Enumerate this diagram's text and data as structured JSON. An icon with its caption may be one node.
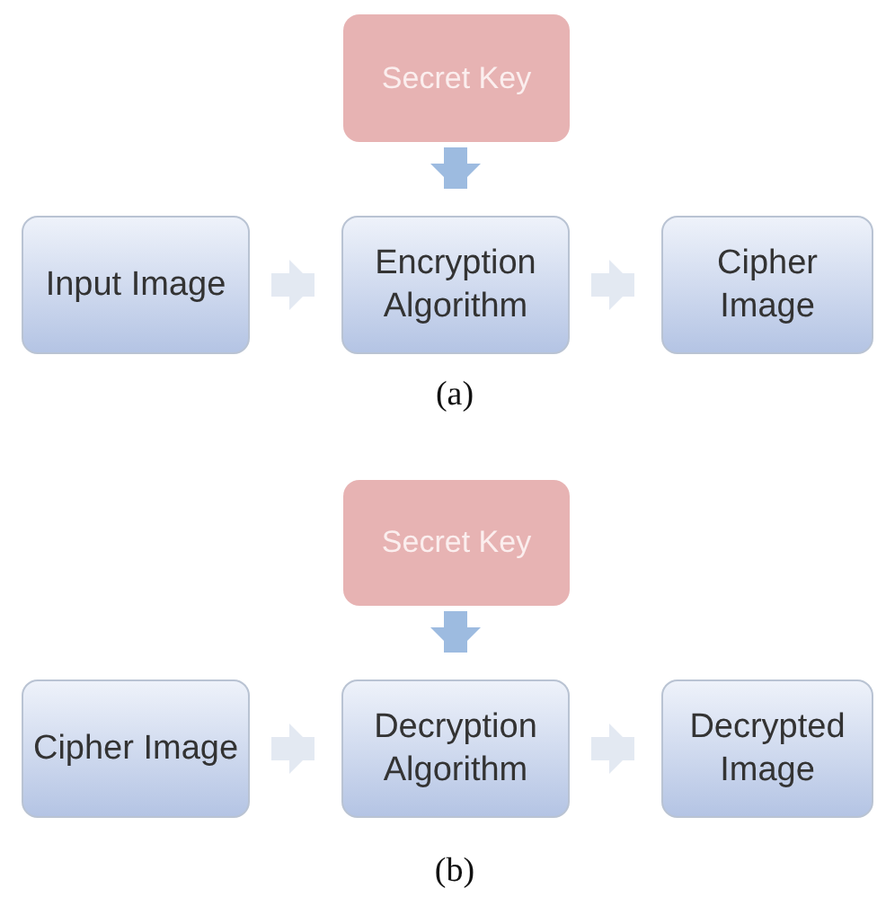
{
  "diagram": {
    "nodes": [
      {
        "text": [
          "Secret Key"
        ]
      },
      {
        "text": [
          "Input Image"
        ]
      },
      {
        "text": [
          "Encryption Algorithm"
        ]
      },
      {
        "text": [
          "Cipher Image"
        ]
      },
      {
        "text": [
          "Secret Key"
        ]
      },
      {
        "text": [
          "Cipher Image"
        ]
      },
      {
        "text": [
          "Decryption Algorithm"
        ]
      },
      {
        "text": [
          "Decrypted Image"
        ]
      }
    ],
    "edges": [
      {
        "from": 0,
        "to": 2,
        "arrow": "to",
        "color": "#9dbbe0"
      },
      {
        "from": 1,
        "to": 2,
        "arrow": "to"
      },
      {
        "from": 2,
        "to": 3,
        "arrow": "to"
      },
      {
        "from": 4,
        "to": 6,
        "arrow": "to",
        "color": "#9dbbe0"
      },
      {
        "from": 5,
        "to": 6,
        "arrow": "to"
      },
      {
        "from": 6,
        "to": 7,
        "arrow": "to"
      }
    ],
    "labels": [
      "(a)",
      "(b)"
    ]
  }
}
